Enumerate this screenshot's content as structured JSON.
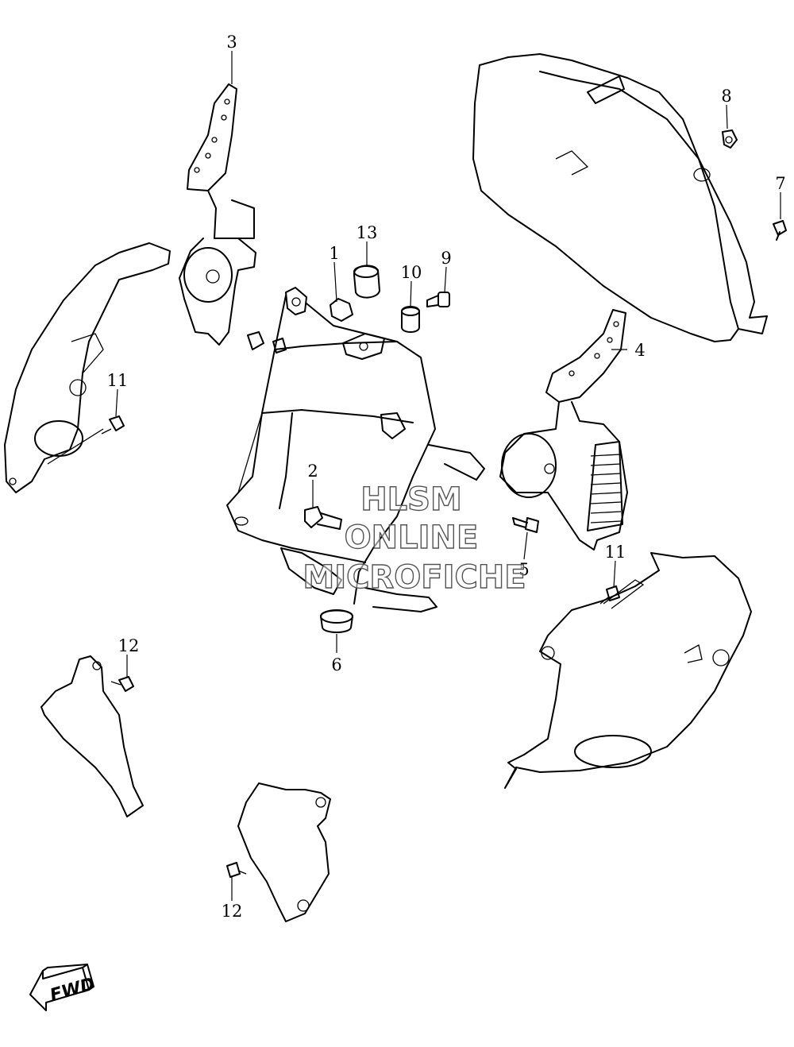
{
  "diagram": {
    "callouts": [
      {
        "id": "c3",
        "label": "3"
      },
      {
        "id": "c13",
        "label": "13"
      },
      {
        "id": "c1",
        "label": "1"
      },
      {
        "id": "c10",
        "label": "10"
      },
      {
        "id": "c9",
        "label": "9"
      },
      {
        "id": "c8",
        "label": "8"
      },
      {
        "id": "c7",
        "label": "7"
      },
      {
        "id": "c4",
        "label": "4"
      },
      {
        "id": "c11a",
        "label": "11"
      },
      {
        "id": "c2",
        "label": "2"
      },
      {
        "id": "c5",
        "label": "5"
      },
      {
        "id": "c11b",
        "label": "11"
      },
      {
        "id": "c6",
        "label": "6"
      },
      {
        "id": "c12a",
        "label": "12"
      },
      {
        "id": "c12b",
        "label": "12"
      }
    ],
    "watermark": [
      "HLSM",
      "ONLINE",
      "MICROFICHE"
    ],
    "direction_label": "FWD"
  }
}
